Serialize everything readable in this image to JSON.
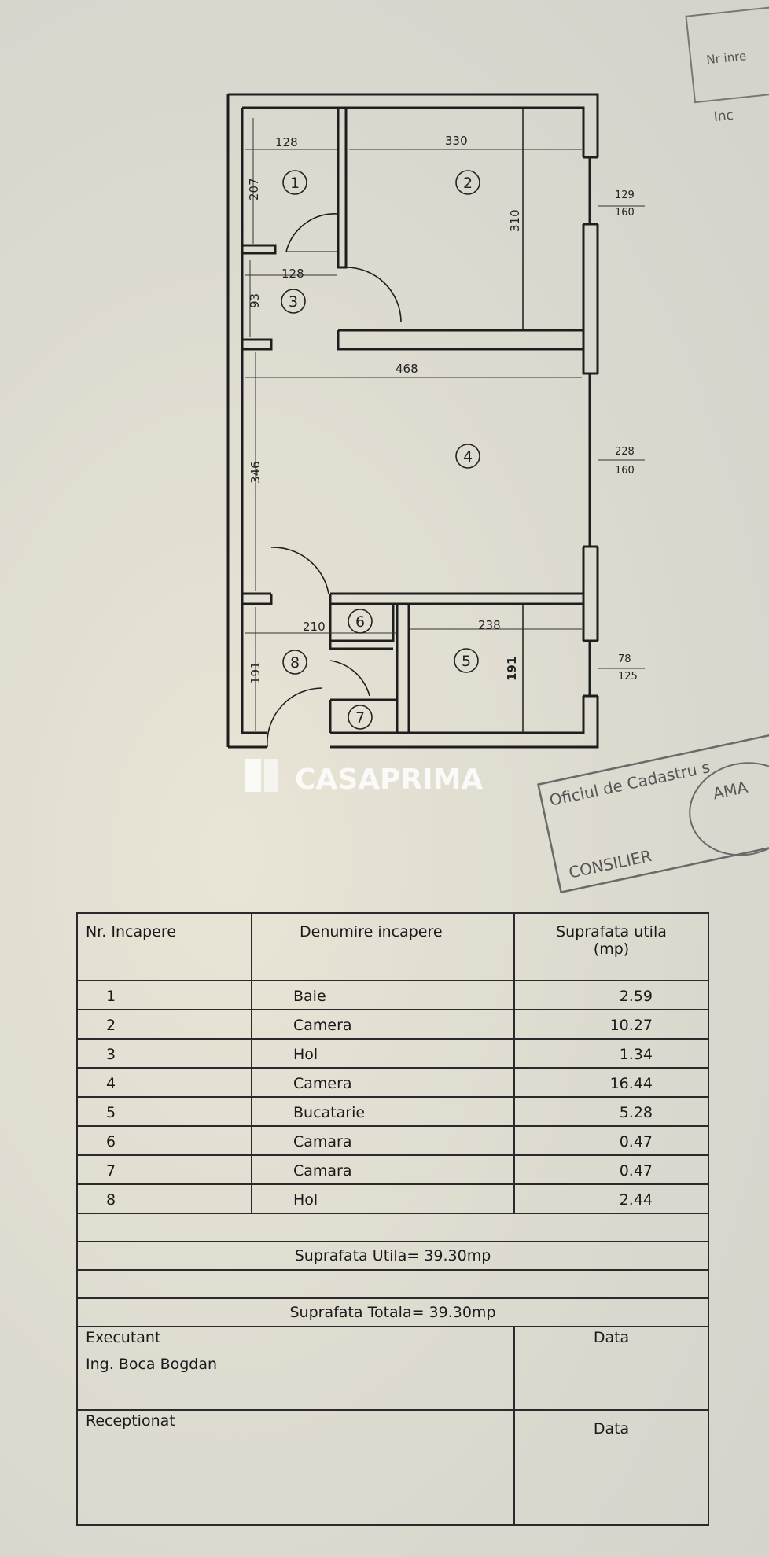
{
  "plan": {
    "dimensions": {
      "room1_width": "128",
      "room1_height": "207",
      "room2_width": "330",
      "room2_height": "310",
      "room3_width": "128",
      "room3_height": "93",
      "room4_width": "468",
      "room4_height": "346",
      "room5_width": "238",
      "room5_height": "191",
      "room6_width": "210",
      "room8_height": "191"
    },
    "windows": {
      "w1": [
        "129",
        "160"
      ],
      "w2": [
        "228",
        "160"
      ],
      "w3": [
        "78",
        "125"
      ]
    },
    "room_numbers": [
      "1",
      "2",
      "3",
      "4",
      "5",
      "6",
      "7",
      "8"
    ]
  },
  "watermark": "CASAPRIMA",
  "stamp": {
    "top_right_line1": "Nr inre",
    "top_right_line2": "Inc",
    "office": "Oficiul de Cadastru s",
    "role": "CONSILIER",
    "seal": "AMA"
  },
  "table": {
    "headers": {
      "nr": "Nr. Incapere",
      "name": "Denumire incapere",
      "area_line1": "Suprafata utila",
      "area_line2": "(mp)"
    },
    "rows": [
      {
        "nr": "1",
        "name": "Baie",
        "area": "2.59"
      },
      {
        "nr": "2",
        "name": "Camera",
        "area": "10.27"
      },
      {
        "nr": "3",
        "name": "Hol",
        "area": "1.34"
      },
      {
        "nr": "4",
        "name": "Camera",
        "area": "16.44"
      },
      {
        "nr": "5",
        "name": "Bucatarie",
        "area": "5.28"
      },
      {
        "nr": "6",
        "name": "Camara",
        "area": "0.47"
      },
      {
        "nr": "7",
        "name": "Camara",
        "area": "0.47"
      },
      {
        "nr": "8",
        "name": "Hol",
        "area": "2.44"
      }
    ],
    "suprafata_utila": "Suprafata Utila= 39.30mp",
    "suprafata_totala": "Suprafata Totala= 39.30mp",
    "executant_label": "Executant",
    "executant_name": "Ing. Boca Bogdan",
    "data_label": "Data",
    "receptionat_label": "Receptionat"
  }
}
